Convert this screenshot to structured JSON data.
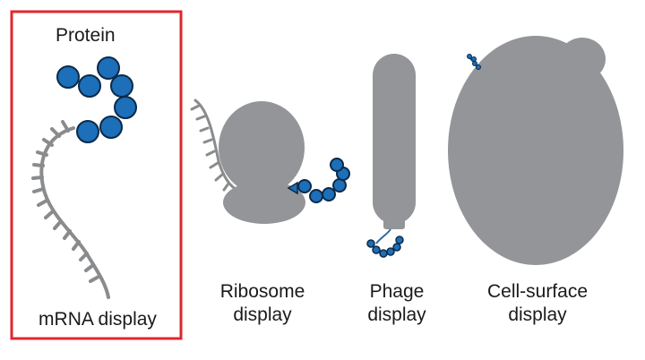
{
  "colors": {
    "highlight_border": "#e0272c",
    "body_gray": "#939598",
    "strand_gray": "#8a8b8d",
    "bead_blue": "#1c6fb8",
    "bead_outline": "#0b2a4a",
    "chain_blue": "#2f6a9e"
  },
  "labels": {
    "protein": "Protein",
    "mrna_display": "mRNA display",
    "ribosome_line1": "Ribosome",
    "ribosome_line2": "display",
    "phage_line1": "Phage",
    "phage_line2": "display",
    "cell_line1": "Cell-surface",
    "cell_line2": "display"
  }
}
